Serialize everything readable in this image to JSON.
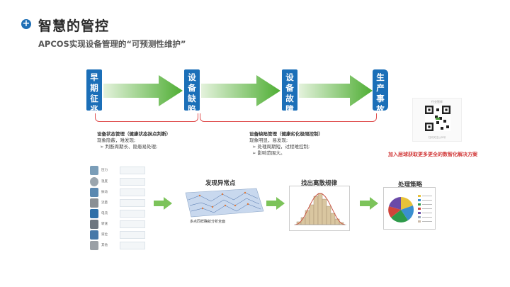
{
  "header": {
    "icon": "plus-circle-icon",
    "title": "智慧的管控",
    "subtitle": "APCOS实现设备管理的“可预测性维护”"
  },
  "stages": [
    {
      "label": "早期征兆"
    },
    {
      "label": "设备缺陷"
    },
    {
      "label": "设备故障"
    },
    {
      "label": "生产事故"
    }
  ],
  "desc_left": {
    "heading": "设备状态管理（健康状态拐点判断）",
    "line1": "现象隐蔽，难发现;",
    "line2": "判断周期长、隐患易处理;"
  },
  "desc_right": {
    "heading": "设备缺陷管理（健康劣化极限控制）",
    "line1": "现象明显，易发现;",
    "line2": "处理周期短，过程难控制;",
    "line3": "影响范围大。"
  },
  "qr": {
    "label": "行业智库",
    "caption": "扫码关注公众号"
  },
  "promo": "加入层球获取更多更全的数智化解决方案",
  "sensors": [
    {
      "label": "压力",
      "icon": "pressure-sensor-icon"
    },
    {
      "label": "温度",
      "icon": "temperature-gauge-icon"
    },
    {
      "label": "振动",
      "icon": "vibration-sensor-icon"
    },
    {
      "label": "流量",
      "icon": "flow-meter-icon"
    },
    {
      "label": "电流",
      "icon": "current-sensor-icon"
    },
    {
      "label": "转速",
      "icon": "speed-sensor-icon"
    },
    {
      "label": "液位",
      "icon": "level-sensor-icon"
    },
    {
      "label": "其他",
      "icon": "misc-sensor-icon"
    }
  ],
  "analysis": {
    "scatter_title": "发现异常点",
    "scatter_caption": "多点同样确就分析全面",
    "hist_title": "找出离散规律",
    "pie_title": "处理策略"
  },
  "colors": {
    "accent_blue": "#1b6fb8",
    "arrow_green": "#5fb840",
    "brace_red": "#e05050",
    "promo_red": "#d23c3c"
  }
}
